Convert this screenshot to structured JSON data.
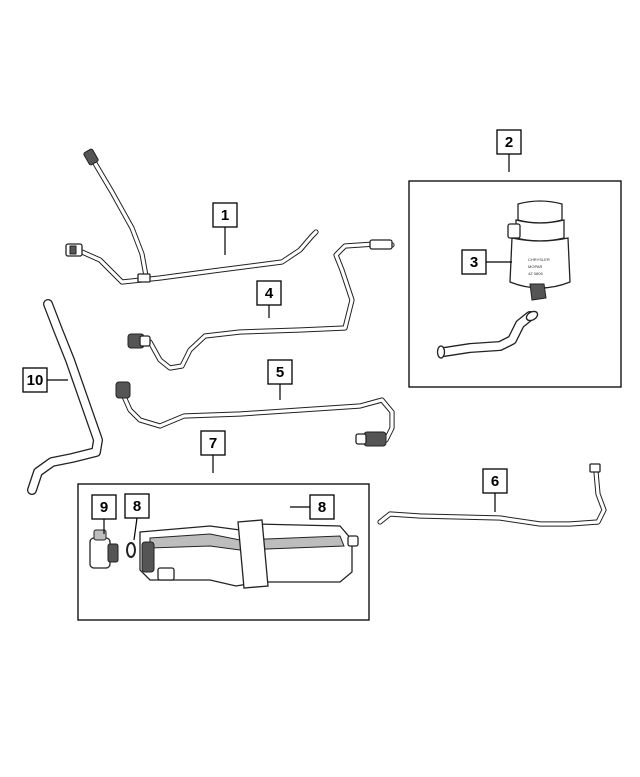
{
  "callouts": [
    {
      "id": "c1",
      "label": "1"
    },
    {
      "id": "c2",
      "label": "2"
    },
    {
      "id": "c3",
      "label": "3"
    },
    {
      "id": "c4",
      "label": "4"
    },
    {
      "id": "c5",
      "label": "5"
    },
    {
      "id": "c6",
      "label": "6"
    },
    {
      "id": "c7",
      "label": "7"
    },
    {
      "id": "c8a",
      "label": "8"
    },
    {
      "id": "c8b",
      "label": "8"
    },
    {
      "id": "c9",
      "label": "9"
    },
    {
      "id": "c10",
      "label": "10"
    }
  ],
  "filter_marking": {
    "line1": "CHRYSLER",
    "line2": "MOPAR",
    "line3": "4Z 0806"
  }
}
